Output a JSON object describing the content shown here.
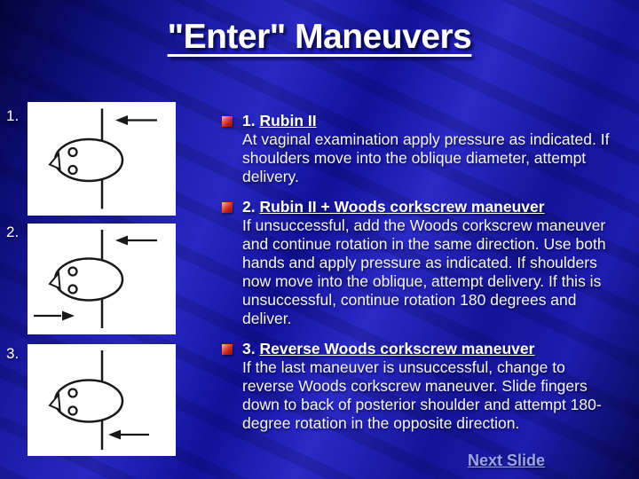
{
  "slide_title": "\"Enter\" Maneuvers",
  "diagram_panel": {
    "figures": [
      {
        "number": "1.",
        "icon": "fetal-head-rotation-diagram-1"
      },
      {
        "number": "2.",
        "icon": "fetal-head-rotation-diagram-2"
      },
      {
        "number": "3.",
        "icon": "fetal-head-rotation-diagram-3"
      }
    ]
  },
  "maneuvers": [
    {
      "number": "1. ",
      "title": "Rubin II",
      "body": "At vaginal examination apply pressure as indicated. If\nshoulders move into the oblique diameter, attempt\ndelivery."
    },
    {
      "number": "2. ",
      "title": "Rubin II + Woods corkscrew maneuver",
      "body": "If unsuccessful, add the Woods corkscrew maneuver\nand continue rotation in the same direction. Use both\nhands and apply pressure as indicated. If shoulders\nnow move into the oblique, attempt delivery. If this is\nunsuccessful, continue rotation 180 degrees and\ndeliver."
    },
    {
      "number": "3. ",
      "title": "Reverse Woods corkscrew maneuver",
      "body": "If the last maneuver is unsuccessful, change to\nreverse Woods corkscrew maneuver. Slide fingers\ndown to back of posterior shoulder and attempt 180-\ndegree rotation in the opposite direction."
    }
  ],
  "footer": {
    "next_slide_label": "Next Slide"
  },
  "colors": {
    "background_base": "#1515a0",
    "bullet_red": "#c2241a",
    "link_blue": "#9aa3e9",
    "title_white": "#ffffff",
    "body_text": "#f4f4f0"
  }
}
